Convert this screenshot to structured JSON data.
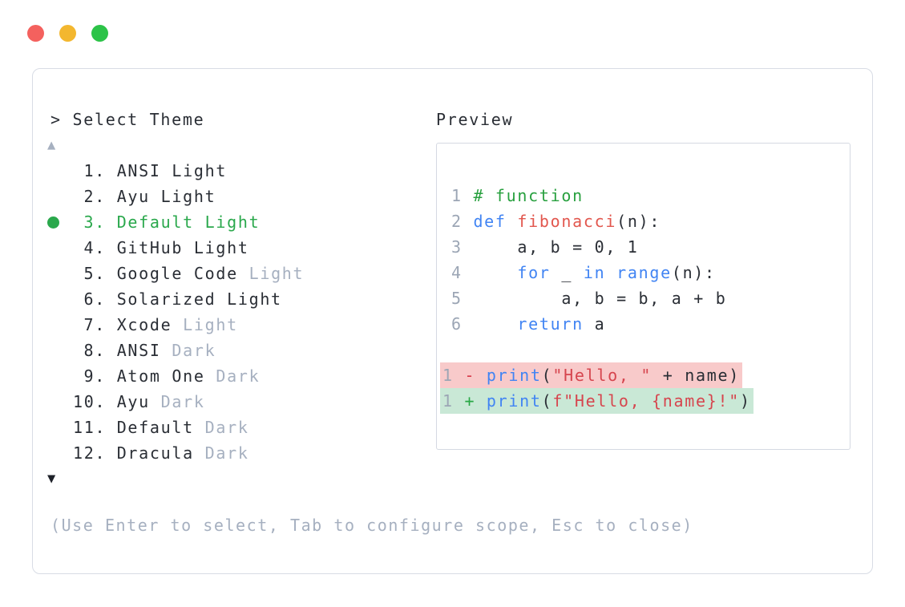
{
  "window": {
    "traffic_lights": [
      "close",
      "minimize",
      "zoom"
    ]
  },
  "colors": {
    "accent_green": "#2aa84c",
    "dark_text": "#2a2e35",
    "dim_text": "#a6b0c0",
    "kw": "#4184f3",
    "fn": "#e2574e",
    "str": "#d6454e",
    "comment": "#28a03f",
    "minus": "#d73a49",
    "plus": "#28a745",
    "del_bg": "#f8caca",
    "add_bg": "#c9e8d6",
    "line_number": "#9ca6b5",
    "border": "#d8dce5",
    "preview_border": "#d5d9e2",
    "traffic_red": "#f4615e",
    "traffic_yellow": "#f3b72f",
    "traffic_green": "#2cc348"
  },
  "theme_selector": {
    "prompt": "> Select Theme",
    "scroll_up_indicator": "▲",
    "scroll_down_indicator": "▼",
    "hint": "(Use Enter to select, Tab to configure scope, Esc to close)",
    "items": [
      {
        "number": "1.",
        "name": "ANSI Light",
        "dim_suffix": "",
        "selected": false
      },
      {
        "number": "2.",
        "name": "Ayu Light",
        "dim_suffix": "",
        "selected": false
      },
      {
        "number": "3.",
        "name": "Default Light",
        "dim_suffix": "",
        "selected": true
      },
      {
        "number": "4.",
        "name": "GitHub Light",
        "dim_suffix": "",
        "selected": false
      },
      {
        "number": "5.",
        "name": "Google Code",
        "dim_suffix": "Light",
        "selected": false
      },
      {
        "number": "6.",
        "name": "Solarized Light",
        "dim_suffix": "",
        "selected": false
      },
      {
        "number": "7.",
        "name": "Xcode",
        "dim_suffix": "Light",
        "selected": false
      },
      {
        "number": "8.",
        "name": "ANSI",
        "dim_suffix": "Dark",
        "selected": false
      },
      {
        "number": "9.",
        "name": "Atom One",
        "dim_suffix": "Dark",
        "selected": false
      },
      {
        "number": "10.",
        "name": "Ayu",
        "dim_suffix": "Dark",
        "selected": false
      },
      {
        "number": "11.",
        "name": "Default",
        "dim_suffix": "Dark",
        "selected": false
      },
      {
        "number": "12.",
        "name": "Dracula",
        "dim_suffix": "Dark",
        "selected": false
      }
    ]
  },
  "preview": {
    "label": "Preview",
    "code_lines": [
      {
        "type": "normal",
        "number": "1",
        "segments": [
          {
            "text": "# function",
            "style": "comment"
          }
        ]
      },
      {
        "type": "normal",
        "number": "2",
        "segments": [
          {
            "text": "def",
            "style": "kw"
          },
          {
            "text": " ",
            "style": "plain"
          },
          {
            "text": "fibonacci",
            "style": "fn"
          },
          {
            "text": "(n):",
            "style": "plain"
          }
        ]
      },
      {
        "type": "normal",
        "number": "3",
        "segments": [
          {
            "text": "    a, b = 0, 1",
            "style": "plain"
          }
        ]
      },
      {
        "type": "normal",
        "number": "4",
        "segments": [
          {
            "text": "    ",
            "style": "plain"
          },
          {
            "text": "for",
            "style": "kw"
          },
          {
            "text": " _ ",
            "style": "plain"
          },
          {
            "text": "in",
            "style": "kw"
          },
          {
            "text": " ",
            "style": "plain"
          },
          {
            "text": "range",
            "style": "kw"
          },
          {
            "text": "(n):",
            "style": "plain"
          }
        ]
      },
      {
        "type": "normal",
        "number": "5",
        "segments": [
          {
            "text": "        a, b = b, a + b",
            "style": "plain"
          }
        ]
      },
      {
        "type": "normal",
        "number": "6",
        "segments": [
          {
            "text": "    ",
            "style": "plain"
          },
          {
            "text": "return",
            "style": "kw"
          },
          {
            "text": " a",
            "style": "plain"
          }
        ]
      },
      {
        "type": "blank"
      },
      {
        "type": "del",
        "number": "1",
        "segments": [
          {
            "text": "- ",
            "style": "minus"
          },
          {
            "text": "print",
            "style": "kw"
          },
          {
            "text": "(",
            "style": "plain"
          },
          {
            "text": "\"Hello, \"",
            "style": "str"
          },
          {
            "text": " + name)",
            "style": "plain"
          }
        ]
      },
      {
        "type": "add",
        "number": "1",
        "segments": [
          {
            "text": "+ ",
            "style": "plus"
          },
          {
            "text": "print",
            "style": "kw"
          },
          {
            "text": "(",
            "style": "plain"
          },
          {
            "text": "f\"Hello, {name}!\"",
            "style": "str"
          },
          {
            "text": ")",
            "style": "plain"
          }
        ]
      }
    ]
  }
}
